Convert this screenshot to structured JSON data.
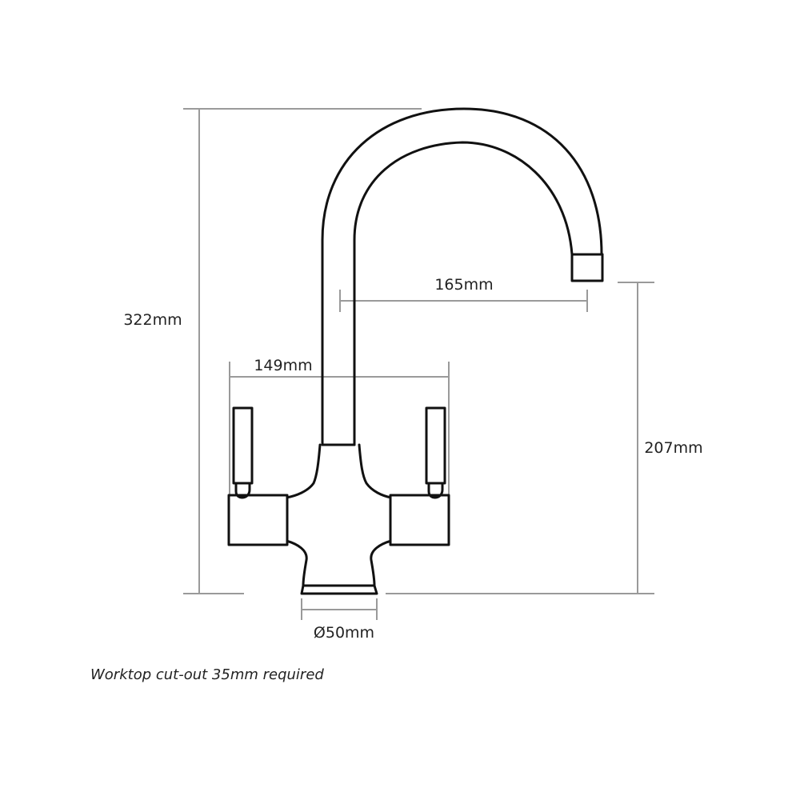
{
  "dimensions": {
    "overall_height": "322mm",
    "spout_height": "207mm",
    "spout_reach": "165mm",
    "handle_span": "149mm",
    "base_diameter": "Ø50mm"
  },
  "note": "Worktop cut-out 35mm required",
  "colors": {
    "outline": "#111111",
    "dimension_lines": "#9a9a9a",
    "text": "#222222"
  }
}
